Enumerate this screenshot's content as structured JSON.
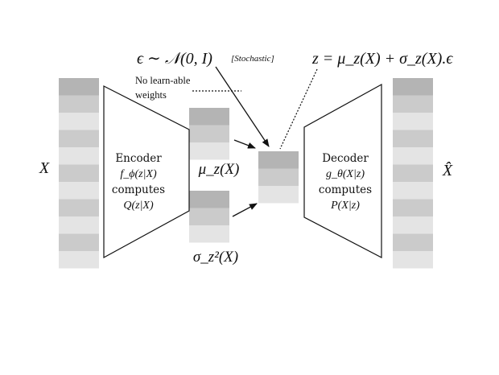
{
  "labels": {
    "noise_formula": "ϵ ∼ 𝒩(0, I)",
    "stochastic": "[Stochastic]",
    "no_weights_line1": "No learn-able",
    "no_weights_line2": "weights",
    "z_formula": "z = μ_z(X) + σ_z(X).ϵ",
    "input_x": "X",
    "output_xhat": "X̂",
    "mu": "μ_z(X)",
    "sigma": "σ_z²(X)"
  },
  "encoder": {
    "line1": "Encoder",
    "line2": "f_ϕ(z|X)",
    "line3": "computes",
    "line4": "Q(z|X)"
  },
  "decoder": {
    "line1": "Decoder",
    "line2": "g_θ(X|z)",
    "line3": "computes",
    "line4": "P(X|z)"
  },
  "colors": {
    "dark": "#b4b4b4",
    "mid": "#cbcbcb",
    "light": "#e4e4e4",
    "stroke": "#111111"
  }
}
